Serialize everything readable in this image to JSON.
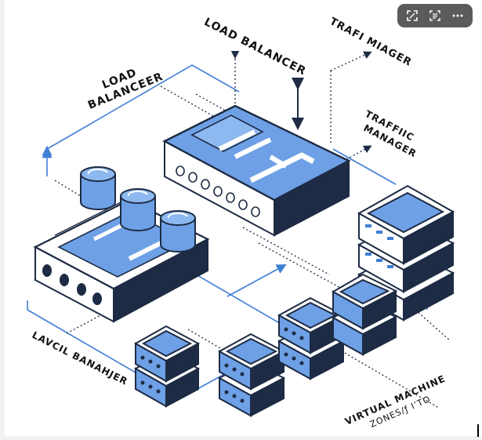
{
  "toolbar": {
    "expand_icon": "expand-icon",
    "text_icon": "text-scan-icon",
    "more_icon": "more-icon"
  },
  "labels": {
    "load_balancer_top": "LOAD BALANCER",
    "load_balancer_left_1": "LOAD",
    "load_balancer_left_2": "BALANCEER",
    "traffic_manager_top": "TRAFI MIAGER",
    "traffic_manager_mid_1": "TRAFFIIC",
    "traffic_manager_mid_2": "MANAGER",
    "lavcil_banahjer": "LAVCIL BANAHJER",
    "virtual_machine": "VIRTUAL MACHINE",
    "zones": "ZONES/ƒ I’TO"
  },
  "colors": {
    "navy": "#1d2b44",
    "blue": "#6ea0e6",
    "light_blue": "#8db8f0",
    "line_blue": "#3f7fd6",
    "white": "#ffffff"
  }
}
